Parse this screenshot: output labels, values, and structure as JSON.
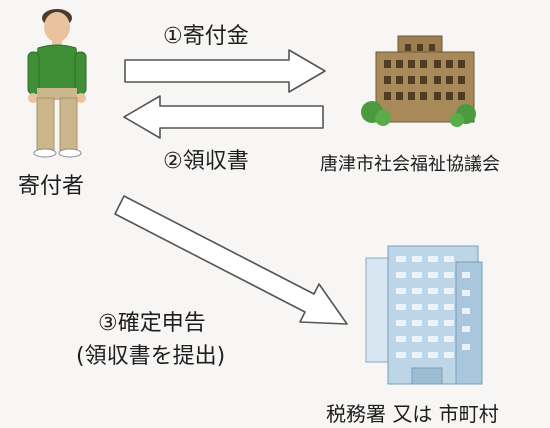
{
  "steps": {
    "donation": "①寄付金",
    "receipt": "②領収書",
    "tax_filing": "③確定申告",
    "tax_filing_note": "(領収書を提出)"
  },
  "actors": {
    "donor": "寄付者",
    "council": "唐津市社会福祉協議会",
    "tax_office": "税務署 又は 市町村"
  },
  "colors": {
    "person_shirt": "#3f8f36",
    "person_pants": "#cbb58b",
    "council_building": "#a88a5a",
    "tax_building": "#bcd6e8",
    "tree": "#4b9a3f",
    "arrow_outline": "#555555",
    "arrow_fill": "#ffffff"
  },
  "icons": [
    "person-icon",
    "council-building-icon",
    "tax-office-building-icon"
  ]
}
